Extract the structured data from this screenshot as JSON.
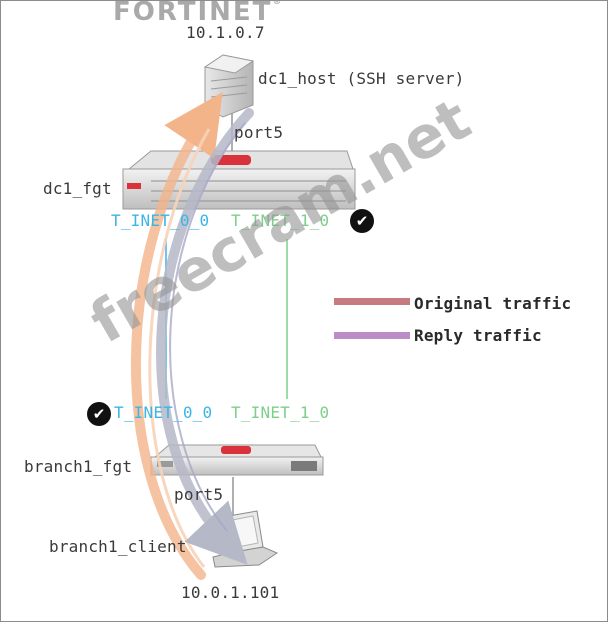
{
  "logo": {
    "text": "FORTINET",
    "mark": "®"
  },
  "watermark": "freecram.net",
  "nodes": {
    "dc1_host_ip": "10.1.0.7",
    "dc1_host_label": "dc1_host (SSH server)",
    "dc1_port": "port5",
    "dc1_fgt_label": "dc1_fgt",
    "dc1_tunnel_0": "T_INET_0_0",
    "dc1_tunnel_1": "T_INET_1_0",
    "branch_tunnel_0": "T_INET_0_0",
    "branch_tunnel_1": "T_INET_1_0",
    "branch1_fgt_label": "branch1_fgt",
    "branch_port": "port5",
    "branch1_client_label": "branch1_client",
    "branch1_client_ip": "10.0.1.101"
  },
  "legend": {
    "original": {
      "label": "Original traffic",
      "color": "#c77b80"
    },
    "reply": {
      "label": "Reply traffic",
      "color": "#bb8cc6"
    }
  },
  "icons": {
    "checkmark": "✔"
  },
  "colors": {
    "tunnel0": "#3ab6e6",
    "tunnel1": "#7dcf8a",
    "original_arc": "#f3b48a",
    "reply_arc": "#b5b8c7"
  }
}
